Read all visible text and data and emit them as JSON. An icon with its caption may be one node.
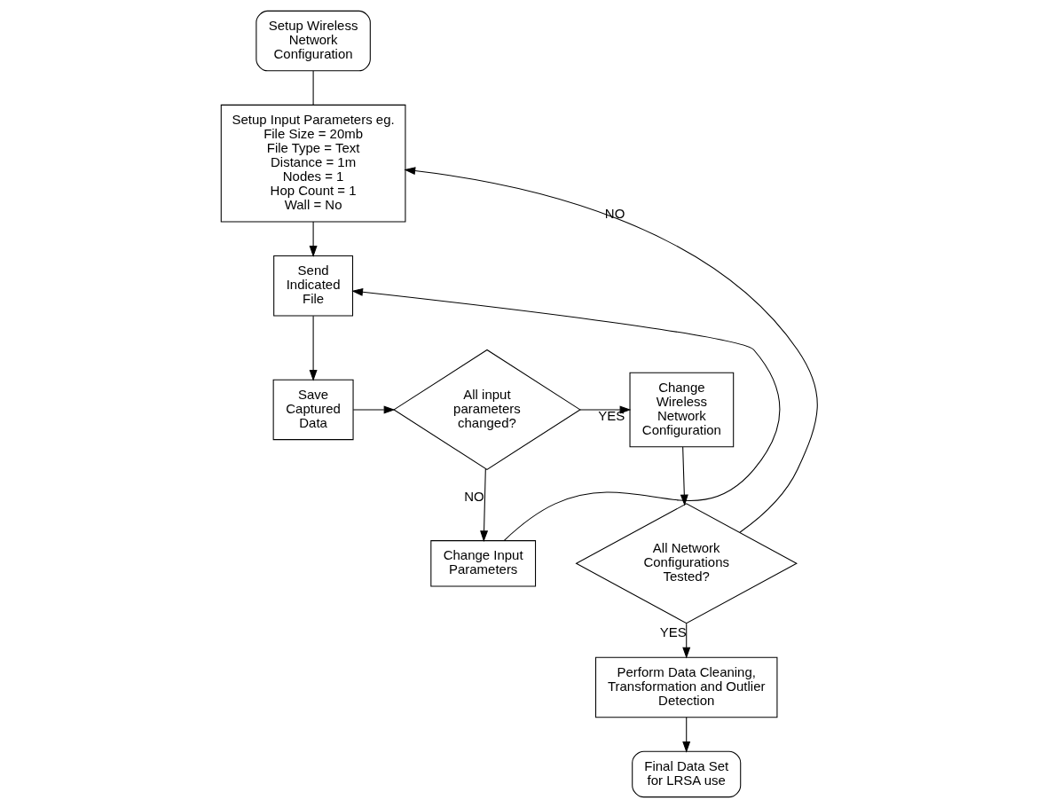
{
  "diagram": {
    "nodes": [
      {
        "text": [
          "Setup Wireless Network Configuration"
        ]
      },
      {
        "text": [
          "Setup Input Parameters eg.",
          "File Size = 20mb",
          "File Type = Text",
          "Distance = 1m",
          "Nodes = 1",
          "Hop Count = 1",
          "Wall = No"
        ]
      },
      {
        "text": [
          "Send Indicated File"
        ]
      },
      {
        "text": [
          "Save Captured Data"
        ]
      },
      {
        "text": [
          "All input parameters changed?"
        ]
      },
      {
        "text": [
          "Change Input Parameters"
        ]
      },
      {
        "text": [
          "Change Wireless Network Configuration"
        ]
      },
      {
        "text": [
          "All Network Configurations Tested?"
        ]
      },
      {
        "text": [
          "Perform Data Cleaning, Transformation and Outlier Detection"
        ]
      },
      {
        "text": [
          "Final Data Set for LRSA use"
        ]
      }
    ],
    "edges": [
      {
        "from": 0,
        "to": 1,
        "arrow": "none"
      },
      {
        "from": 1,
        "to": 2,
        "arrow": "to"
      },
      {
        "from": 2,
        "to": 3,
        "arrow": "to"
      },
      {
        "from": 3,
        "to": 4,
        "arrow": "to"
      },
      {
        "from": 4,
        "to": 5,
        "arrow": "to",
        "label": "NO"
      },
      {
        "from": 5,
        "to": 2,
        "arrow": "to"
      },
      {
        "from": 4,
        "to": 6,
        "arrow": "to",
        "label": "YES"
      },
      {
        "from": 6,
        "to": 7,
        "arrow": "to"
      },
      {
        "from": 7,
        "to": 1,
        "arrow": "to",
        "label": "NO"
      },
      {
        "from": 7,
        "to": 8,
        "arrow": "to",
        "label": "YES"
      },
      {
        "from": 8,
        "to": 9,
        "arrow": "to"
      }
    ]
  }
}
